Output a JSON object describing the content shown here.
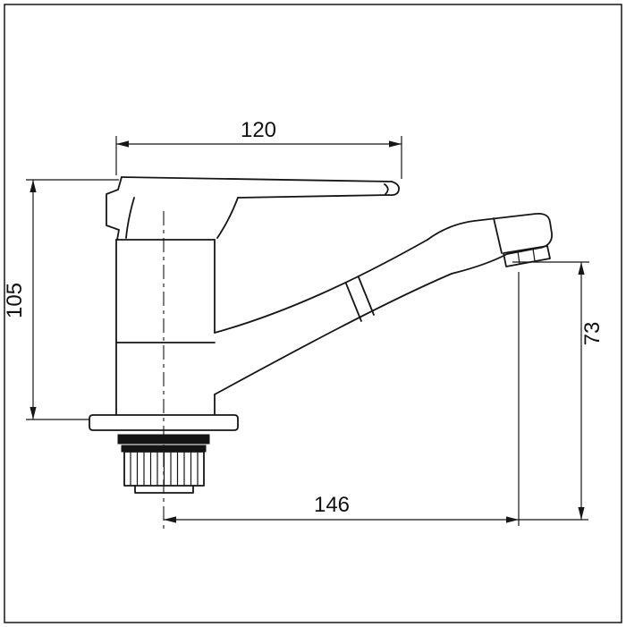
{
  "drawing": {
    "subject": "single-lever-basin-faucet-side-elevation",
    "background_color": "#ffffff",
    "line_color": "#161616",
    "dimensions": {
      "top_width": "120",
      "left_height": "105",
      "right_height": "73",
      "bottom_reach": "146"
    }
  }
}
